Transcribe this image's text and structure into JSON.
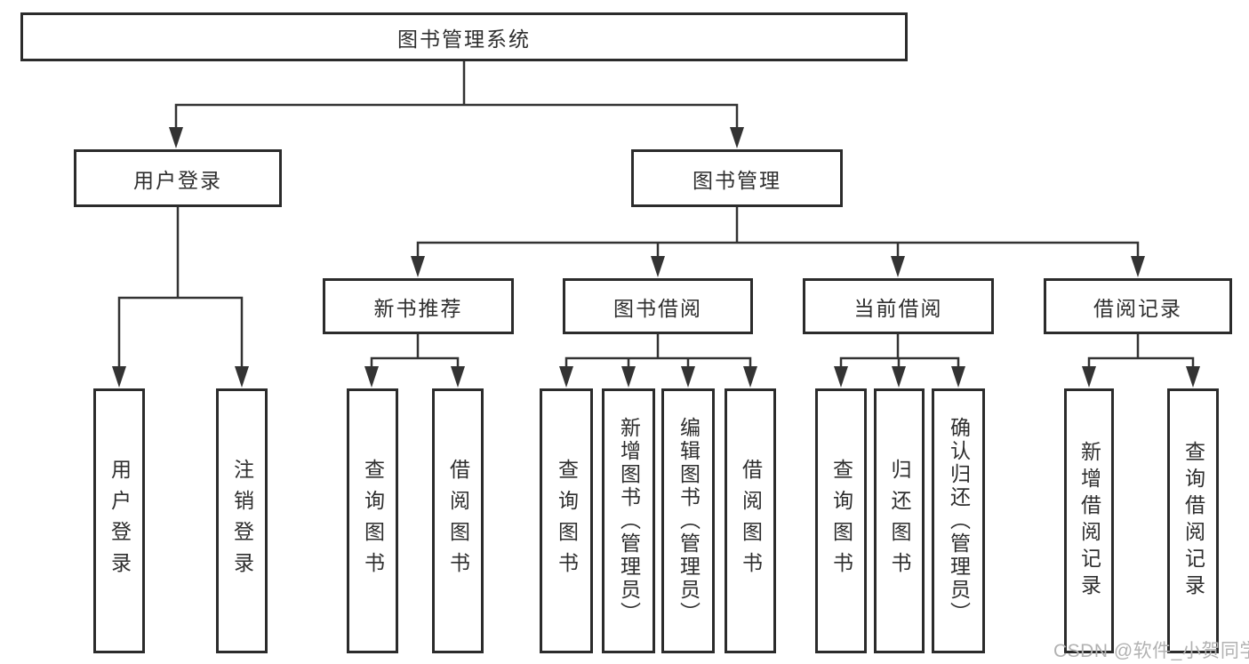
{
  "colors": {
    "line": "#333333",
    "box_border": "#2b2b2b",
    "box_fill": "#ffffff",
    "text": "#2e2e2e",
    "watermark": "#b2b2b2",
    "background": "#ffffff"
  },
  "watermark": {
    "text": "CSDN @软件_小贺同学"
  },
  "tree": {
    "root": "图书管理系统",
    "branches": [
      {
        "label": "用户登录",
        "children": [
          "用户登录",
          "注销登录"
        ]
      },
      {
        "label": "图书管理",
        "groups": [
          {
            "label": "新书推荐",
            "children": [
              "查询图书",
              "借阅图书"
            ]
          },
          {
            "label": "图书借阅",
            "children": [
              "查询图书",
              "新增图书（管理员）",
              "编辑图书（管理员）",
              "借阅图书"
            ]
          },
          {
            "label": "当前借阅",
            "children": [
              "查询图书",
              "归还图书",
              "确认归还（管理员）"
            ]
          },
          {
            "label": "借阅记录",
            "children": [
              "新增借阅记录",
              "查询借阅记录"
            ]
          }
        ]
      }
    ]
  }
}
